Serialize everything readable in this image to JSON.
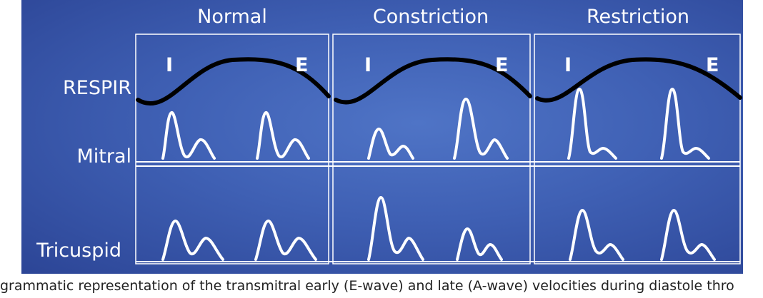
{
  "columns": [
    "Normal",
    "Constriction",
    "Restriction"
  ],
  "rows": {
    "respiration": "RESPIR",
    "mitral": "Mitral",
    "tricuspid": "Tricuspid"
  },
  "phases": {
    "inspiration": "I",
    "expiration": "E"
  },
  "caption": "grammatic representation of the transmitral early (E-wave) and late (A-wave) velocities during diastole thro",
  "colors": {
    "background": "#3f60b4",
    "lines": "#ffffff",
    "respiration_curve": "#000000"
  }
}
